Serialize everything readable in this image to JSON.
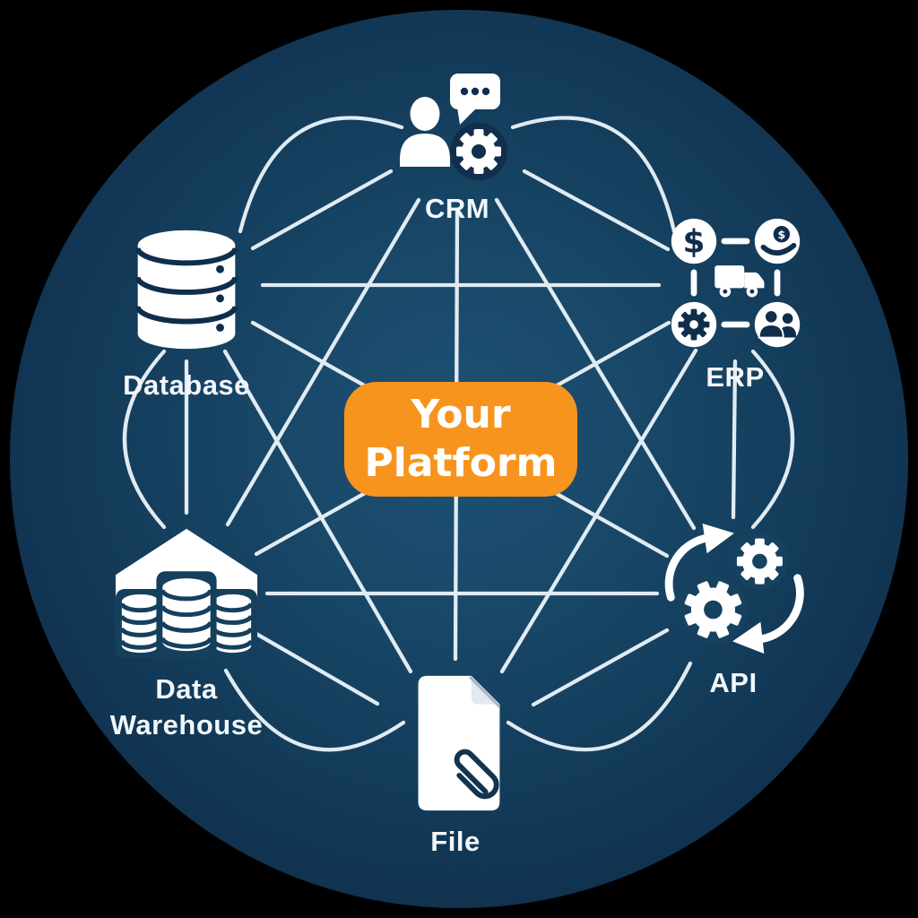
{
  "center": {
    "label": "Your Platform",
    "accent_color": "#f7941e",
    "text_color": "#ffffff"
  },
  "nodes": {
    "crm": {
      "label": "CRM",
      "icon": "person-chat-gear-icon"
    },
    "erp": {
      "label": "ERP",
      "icon": "erp-modules-truck-icon"
    },
    "database": {
      "label": "Database",
      "icon": "database-cylinder-icon"
    },
    "data_warehouse": {
      "label": "Data Warehouse",
      "icon": "warehouse-databases-icon"
    },
    "api": {
      "label": "API",
      "icon": "gears-sync-arrows-icon"
    },
    "file": {
      "label": "File",
      "icon": "document-paperclip-icon"
    }
  },
  "edges": [
    [
      "crm",
      "erp"
    ],
    [
      "crm",
      "database"
    ],
    [
      "crm",
      "data_warehouse"
    ],
    [
      "crm",
      "api"
    ],
    [
      "crm",
      "file"
    ],
    [
      "erp",
      "database"
    ],
    [
      "erp",
      "data_warehouse"
    ],
    [
      "erp",
      "api"
    ],
    [
      "erp",
      "file"
    ],
    [
      "database",
      "data_warehouse"
    ],
    [
      "database",
      "api"
    ],
    [
      "database",
      "file"
    ],
    [
      "data_warehouse",
      "api"
    ],
    [
      "data_warehouse",
      "file"
    ],
    [
      "api",
      "file"
    ]
  ],
  "colors": {
    "background": "#000000",
    "globe_center": "#1d5174",
    "globe_edge": "#0c2237",
    "connection_line": "#e9f2f8",
    "icon_fill": "#ffffff",
    "icon_glyph_dark": "#0f2e4c",
    "label_text": "#f2f7fb"
  }
}
